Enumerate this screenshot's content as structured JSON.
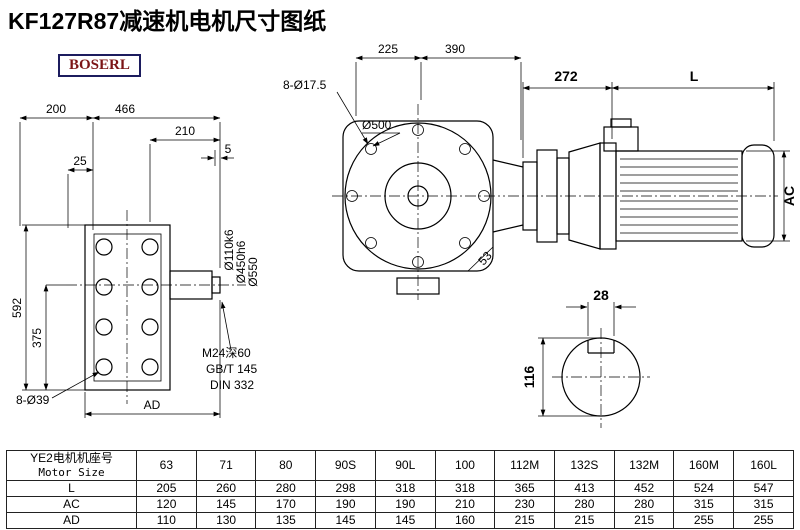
{
  "header": {
    "title": "KF127R87减速机电机尺寸图纸",
    "logo_text": "BOSERL"
  },
  "colors": {
    "line": "#000000",
    "logo_text": "#7b1416",
    "logo_border": "#1c1c5e",
    "background": "#ffffff"
  },
  "left_view": {
    "dim_200": "200",
    "dim_466": "466",
    "dim_210": "210",
    "dim_5": "5",
    "dim_25": "25",
    "dim_592": "592",
    "dim_375": "375",
    "holes_label": "8-Ø39",
    "dim_AD": "AD",
    "shaft_dia": "Ø110k6",
    "spigot_dia": "Ø450h6",
    "flange_dia": "Ø550",
    "tap_label": "M24深60",
    "tap_std1": "GB/T 145",
    "tap_std2": "DIN 332"
  },
  "front_view": {
    "dim_225": "225",
    "dim_390": "390",
    "holes_label": "8-Ø17.5",
    "dia_500": "Ø500",
    "dim_53": "53"
  },
  "motor_view": {
    "dim_272": "272",
    "dim_L": "L",
    "dim_AC": "AC"
  },
  "shaft_section": {
    "dim_28": "28",
    "dim_116": "116"
  },
  "table": {
    "motor_label_cn": "YE2电机机座号",
    "motor_label_en": "Motor Size",
    "sizes": [
      "63",
      "71",
      "80",
      "90S",
      "90L",
      "100",
      "112M",
      "132S",
      "132M",
      "160M",
      "160L"
    ],
    "rows": [
      {
        "label": "L",
        "values": [
          "205",
          "260",
          "280",
          "298",
          "318",
          "318",
          "365",
          "413",
          "452",
          "524",
          "547"
        ]
      },
      {
        "label": "AC",
        "values": [
          "120",
          "145",
          "170",
          "190",
          "190",
          "210",
          "230",
          "280",
          "280",
          "315",
          "315"
        ]
      },
      {
        "label": "AD",
        "values": [
          "110",
          "130",
          "135",
          "145",
          "145",
          "160",
          "215",
          "215",
          "215",
          "255",
          "255"
        ]
      }
    ]
  }
}
